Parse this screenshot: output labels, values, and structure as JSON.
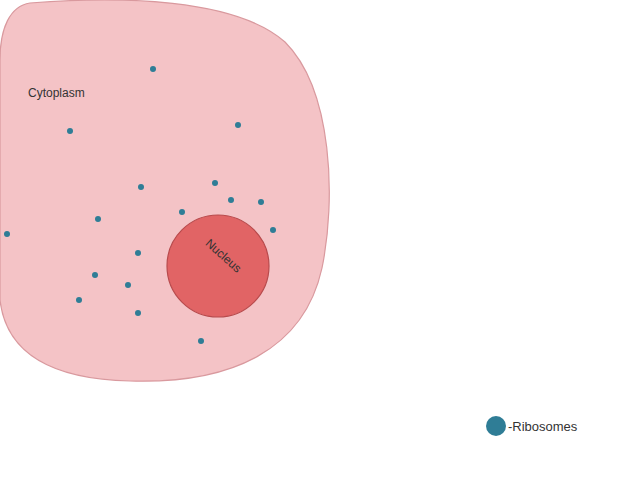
{
  "diagram": {
    "nodes": [
      {
        "text": [
          "Cytoplasm"
        ]
      },
      {
        "text": [
          "Nucleus"
        ],
        "in": 0
      }
    ],
    "legend": [
      {
        "text": "-Ribosomes",
        "color": "#2f7d96"
      }
    ]
  }
}
